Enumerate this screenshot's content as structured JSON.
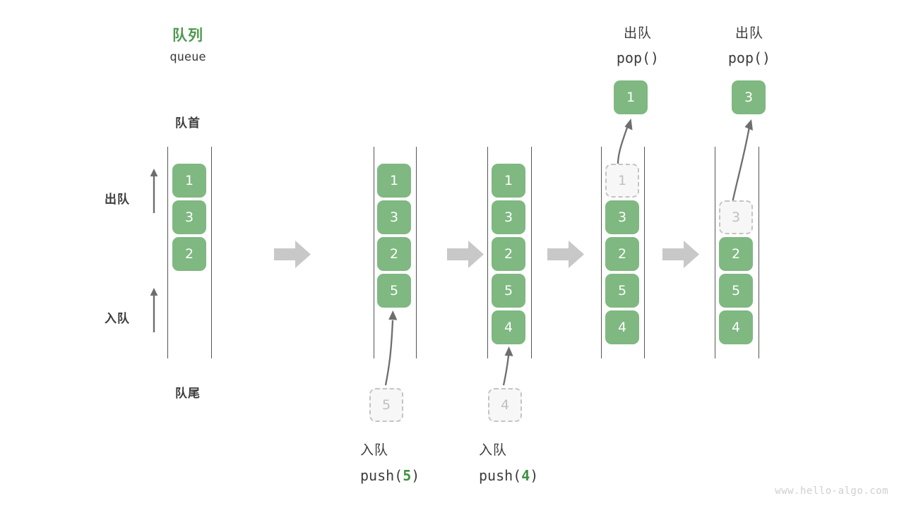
{
  "title": {
    "cn": "队列",
    "en": "queue",
    "color": "#4e9a51"
  },
  "labels": {
    "front": "队首",
    "rear": "队尾",
    "dequeue": "出队",
    "enqueue": "入队"
  },
  "colors": {
    "cell_fill": "#7fb881",
    "cell_text": "#ffffff",
    "ghost_fill": "#f7f7f7",
    "ghost_border": "#c4c4c4",
    "ghost_text": "#c0c0c0",
    "rail": "#555555",
    "arrow_gray": "#c8c8c8",
    "curve_arrow": "#6e6e6e",
    "text": "#3c3c3c",
    "accent_green": "#3f9142",
    "watermark": "#cfcfcf"
  },
  "panels": [
    {
      "id": "initial",
      "header": null,
      "caption": null,
      "cells": [
        {
          "value": "1",
          "state": "normal"
        },
        {
          "value": "3",
          "state": "normal"
        },
        {
          "value": "2",
          "state": "normal"
        }
      ],
      "popped": null,
      "incoming": null
    },
    {
      "id": "push-5",
      "header": null,
      "caption": {
        "cn": "入队",
        "code_prefix": "push(",
        "code_arg": "5",
        "code_suffix": ")"
      },
      "cells": [
        {
          "value": "1",
          "state": "normal"
        },
        {
          "value": "3",
          "state": "normal"
        },
        {
          "value": "2",
          "state": "normal"
        },
        {
          "value": "5",
          "state": "normal"
        }
      ],
      "popped": null,
      "incoming": {
        "value": "5"
      }
    },
    {
      "id": "push-4",
      "header": null,
      "caption": {
        "cn": "入队",
        "code_prefix": "push(",
        "code_arg": "4",
        "code_suffix": ")"
      },
      "cells": [
        {
          "value": "1",
          "state": "normal"
        },
        {
          "value": "3",
          "state": "normal"
        },
        {
          "value": "2",
          "state": "normal"
        },
        {
          "value": "5",
          "state": "normal"
        },
        {
          "value": "4",
          "state": "normal"
        }
      ],
      "popped": null,
      "incoming": {
        "value": "4"
      }
    },
    {
      "id": "pop-1",
      "header": {
        "cn": "出队",
        "code": "pop()"
      },
      "caption": null,
      "cells": [
        {
          "value": "1",
          "state": "ghost"
        },
        {
          "value": "3",
          "state": "normal"
        },
        {
          "value": "2",
          "state": "normal"
        },
        {
          "value": "5",
          "state": "normal"
        },
        {
          "value": "4",
          "state": "normal"
        }
      ],
      "popped": {
        "value": "1"
      },
      "incoming": null
    },
    {
      "id": "pop-3",
      "header": {
        "cn": "出队",
        "code": "pop()"
      },
      "caption": null,
      "cells": [
        {
          "value": "3",
          "state": "ghost"
        },
        {
          "value": "2",
          "state": "normal"
        },
        {
          "value": "5",
          "state": "normal"
        },
        {
          "value": "4",
          "state": "normal"
        }
      ],
      "popped": {
        "value": "3"
      },
      "incoming": null
    }
  ],
  "step_arrows": 4,
  "watermark": "www.hello-algo.com"
}
